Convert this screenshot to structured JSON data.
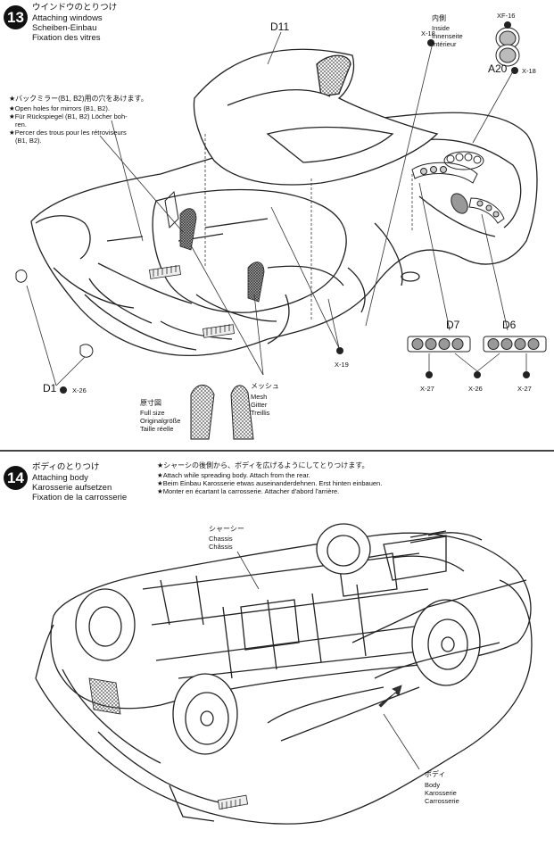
{
  "step13": {
    "number": "13",
    "title_ja": "ウインドウのとりつけ",
    "title_en": "Attaching windows",
    "title_de": "Scheiben-Einbau",
    "title_fr": "Fixation des vitres",
    "note_ja": "★バックミラー(B1, B2)用の穴をあけます。",
    "note_en": "★Open holes for mirrors (B1, B2).",
    "note_de_1": "★Für Rückspiegel (B1, B2) Löcher boh-",
    "note_de_2": "ren.",
    "note_fr_1": "★Percer des trous pour les rétroviseurs",
    "note_fr_2": "(B1, B2).",
    "part_d11": "D11",
    "part_d7": "D7",
    "part_d6": "D6",
    "part_d1": "D1",
    "part_a20": "A20",
    "screw_x18_top": "X-18",
    "screw_xf16": "XF-16",
    "screw_x18_right": "X-18",
    "screw_x19": "X-19",
    "screw_x26_d1": "X-26",
    "screw_x27_left": "X-27",
    "screw_x26_mid": "X-26",
    "screw_x27_right": "X-27",
    "inside_ja": "内側",
    "inside_en": "Inside",
    "inside_de": "Innenseite",
    "inside_fr": "Intérieur",
    "fullsize_ja": "原寸図",
    "fullsize_en": "Full size",
    "fullsize_de": "Originalgröße",
    "fullsize_fr": "Taille réelle",
    "mesh_ja": "メッシュ",
    "mesh_en": "Mesh",
    "mesh_de": "Gitter",
    "mesh_fr": "Treillis"
  },
  "step14": {
    "number": "14",
    "title_ja": "ボディのとりつけ",
    "title_en": "Attaching body",
    "title_de": "Karosserie aufsetzen",
    "title_fr": "Fixation de la carrosserie",
    "note_ja": "★シャーシの後側から、ボディを広げるようにしてとりつけます。",
    "note_en": "★Attach while spreading body. Attach from the rear.",
    "note_de": "★Beim Einbau Karosserie etwas auseinanderdehnen. Erst hinten einbauen.",
    "note_fr": "★Monter en écartant la carrosserie. Attacher d'abord l'arrière.",
    "chassis_ja": "シャーシー",
    "chassis_en": "Chassis",
    "chassis_fr": "Châssis",
    "body_ja": "ボディ",
    "body_en": "Body",
    "body_de": "Karosserie",
    "body_fr": "Carrosserie"
  }
}
